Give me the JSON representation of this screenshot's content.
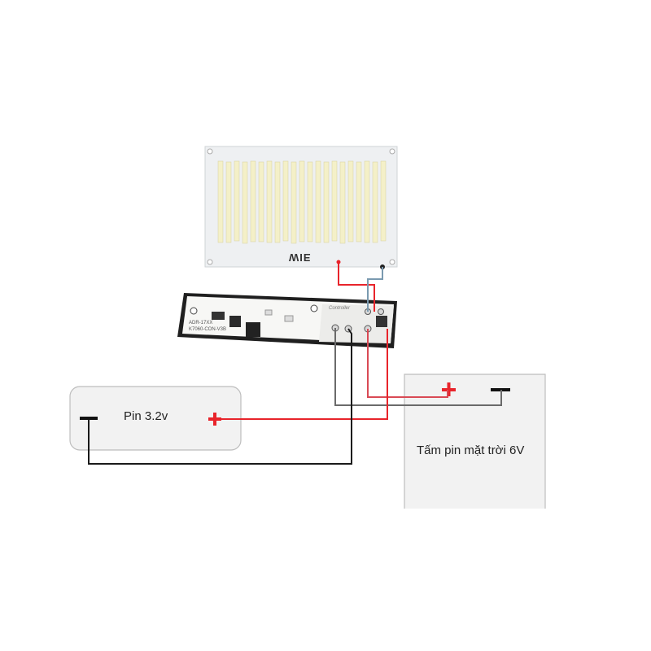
{
  "battery": {
    "label": "Pin 3.2v",
    "minus_symbol": "−",
    "plus_symbol": "+"
  },
  "solar_panel": {
    "label": "Tấm pin mặt trời 6V",
    "minus_symbol": "−",
    "plus_symbol": "+"
  },
  "led_panel": {
    "code": "WIE"
  },
  "controller_board": {
    "code_line_1": "ADR-17XX",
    "code_line_2": "K7060-CON-V3B",
    "brand": "Controller"
  },
  "colors": {
    "positive_wire": "#e8242b",
    "negative_wire": "#1a1a1a",
    "signal_wire": "#6a6a6a",
    "led_wire": "#7a9ab0",
    "plus_sign": "#e8242b",
    "minus_sign": "#111111"
  }
}
